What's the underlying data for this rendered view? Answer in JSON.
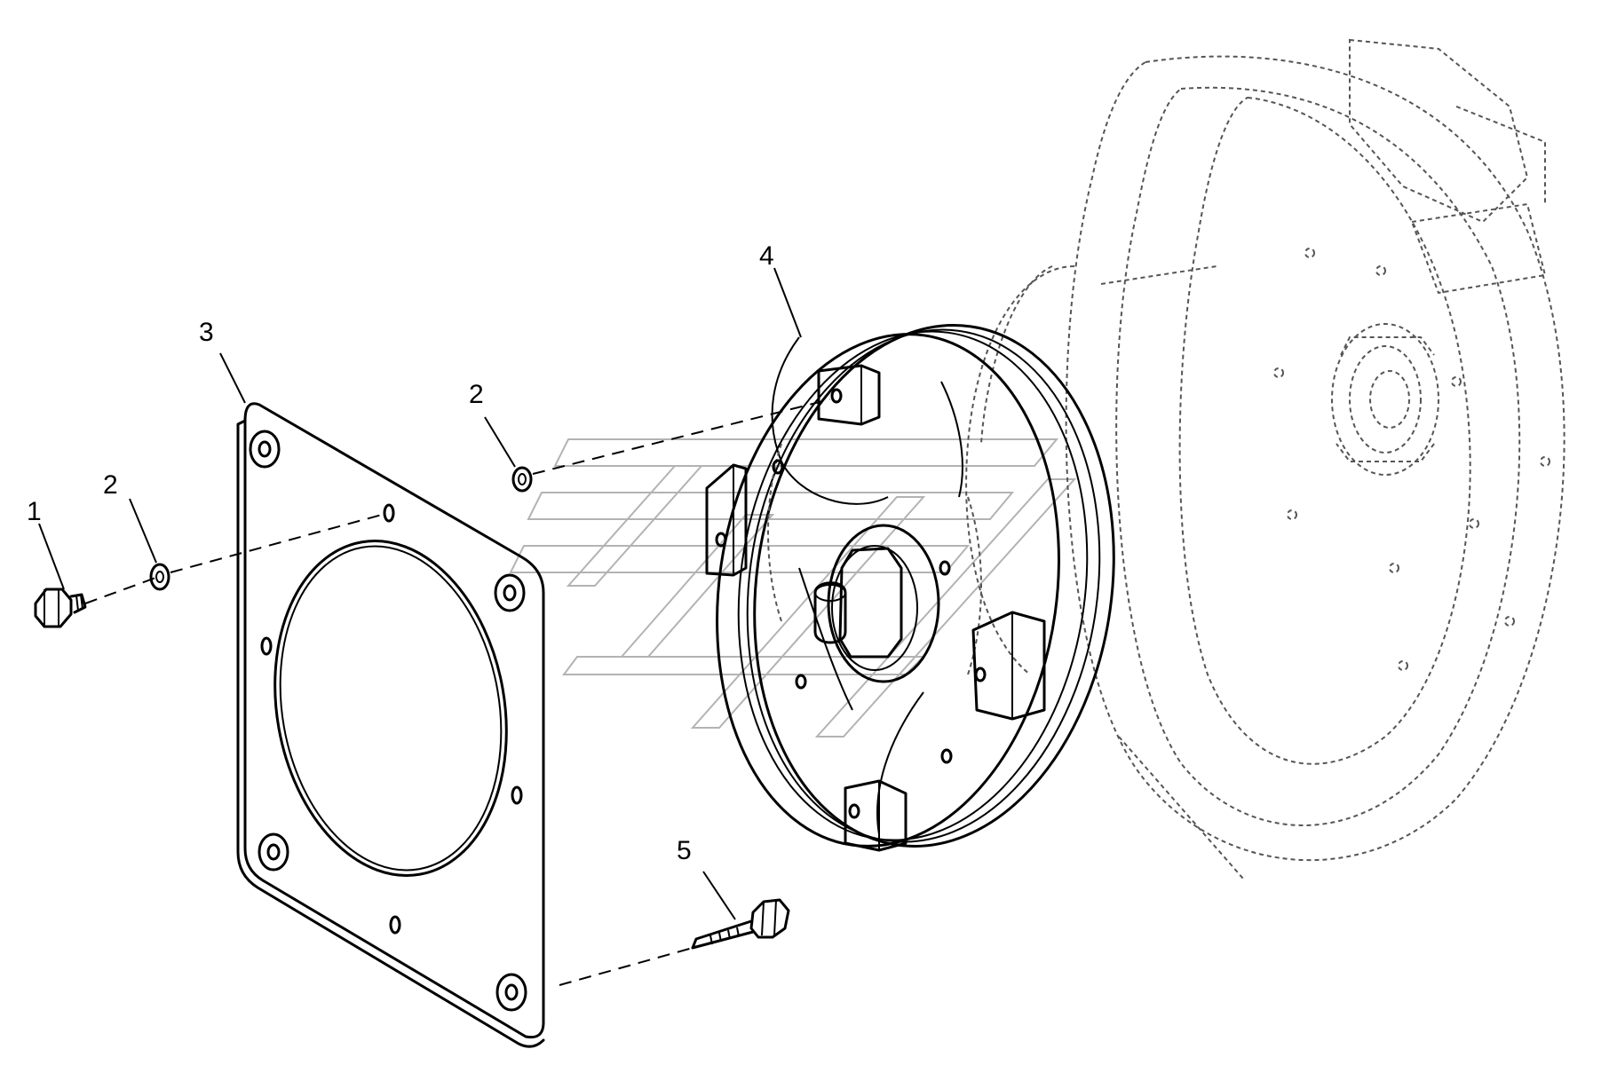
{
  "callouts": {
    "c1": "1",
    "c2a": "2",
    "c2b": "2",
    "c3": "3",
    "c4": "4",
    "c5": "5"
  },
  "icons": [
    "bolt-icon",
    "washer-icon",
    "adapter-plate-icon",
    "torque-converter-icon",
    "flywheel-housing-icon"
  ]
}
